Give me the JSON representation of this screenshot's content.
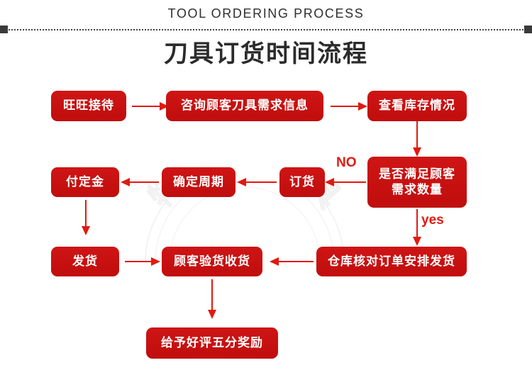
{
  "header": {
    "title_en": "TOOL ORDERING PROCESS",
    "title_cn": "刀具订货时间流程"
  },
  "watermark": {
    "text": "特瑞数控刀具"
  },
  "colors": {
    "box_fill": "#cc1111",
    "box_text": "#ffffff",
    "arrow": "#e01a10",
    "header_text": "#2b2b2b",
    "background": "#ffffff"
  },
  "flow": {
    "nodes": [
      {
        "id": "n1",
        "label": "旺旺接待"
      },
      {
        "id": "n2",
        "label": "咨询顾客刀具需求信息"
      },
      {
        "id": "n3",
        "label": "查看库存情况"
      },
      {
        "id": "n4",
        "label": "是否满足顾客需求数量",
        "line1": "是否满足顾客",
        "line2": "需求数量"
      },
      {
        "id": "n5",
        "label": "订货"
      },
      {
        "id": "n6",
        "label": "确定周期"
      },
      {
        "id": "n7",
        "label": "付定金"
      },
      {
        "id": "n8",
        "label": "发货"
      },
      {
        "id": "n9",
        "label": "顾客验货收货"
      },
      {
        "id": "n10",
        "label": "仓库核对订单安排发货"
      },
      {
        "id": "n11",
        "label": "给予好评五分奖励"
      }
    ],
    "edge_labels": {
      "no": "NO",
      "yes": "yes"
    },
    "edges": [
      {
        "from": "n1",
        "to": "n2",
        "direction": "right"
      },
      {
        "from": "n2",
        "to": "n3",
        "direction": "right"
      },
      {
        "from": "n3",
        "to": "n4",
        "direction": "down"
      },
      {
        "from": "n4",
        "to": "n5",
        "direction": "left",
        "label": "NO"
      },
      {
        "from": "n5",
        "to": "n6",
        "direction": "left"
      },
      {
        "from": "n6",
        "to": "n7",
        "direction": "left"
      },
      {
        "from": "n7",
        "to": "n8",
        "direction": "down"
      },
      {
        "from": "n8",
        "to": "n9",
        "direction": "right"
      },
      {
        "from": "n4",
        "to": "n10",
        "direction": "down",
        "label": "yes"
      },
      {
        "from": "n10",
        "to": "n9",
        "direction": "left"
      },
      {
        "from": "n9",
        "to": "n11",
        "direction": "down"
      }
    ]
  }
}
